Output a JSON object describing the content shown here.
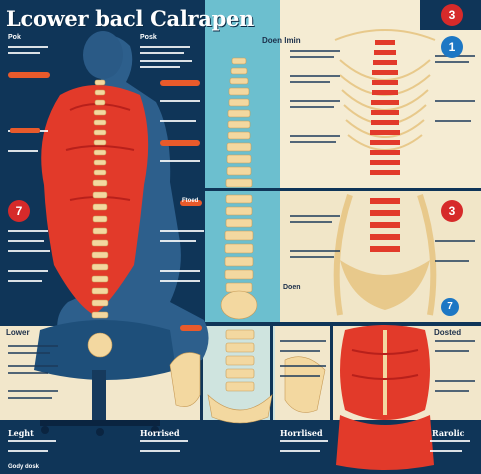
{
  "title": "Lcower bacl Calrapen",
  "labels": {
    "top_left": "Pok",
    "top_mid": "Posk",
    "top_right": "Doen lmin",
    "mid_left_heading": "Ftoed",
    "mid_center": "Doen",
    "mid_lower_left": "Lower",
    "bottom_left": "Leght",
    "bottom_mid_left": "Horrised",
    "bottom_mid_right": "Horrlised",
    "bottom_right": "Rarolic",
    "bottom_right_heading": "Dosted",
    "bottom_left_footer": "Gody dosk"
  },
  "badges": {
    "top_right_num": "3",
    "top_right_blue": "1",
    "mid_left_num": "7",
    "mid_right_num": "3",
    "mid_right_blue": "7"
  },
  "colors": {
    "navy": "#0f3558",
    "teal": "#6fc1cf",
    "cream": "#f4ead0",
    "red": "#e23a2a",
    "bone": "#f3d8a0",
    "orange": "#e85a2b"
  }
}
